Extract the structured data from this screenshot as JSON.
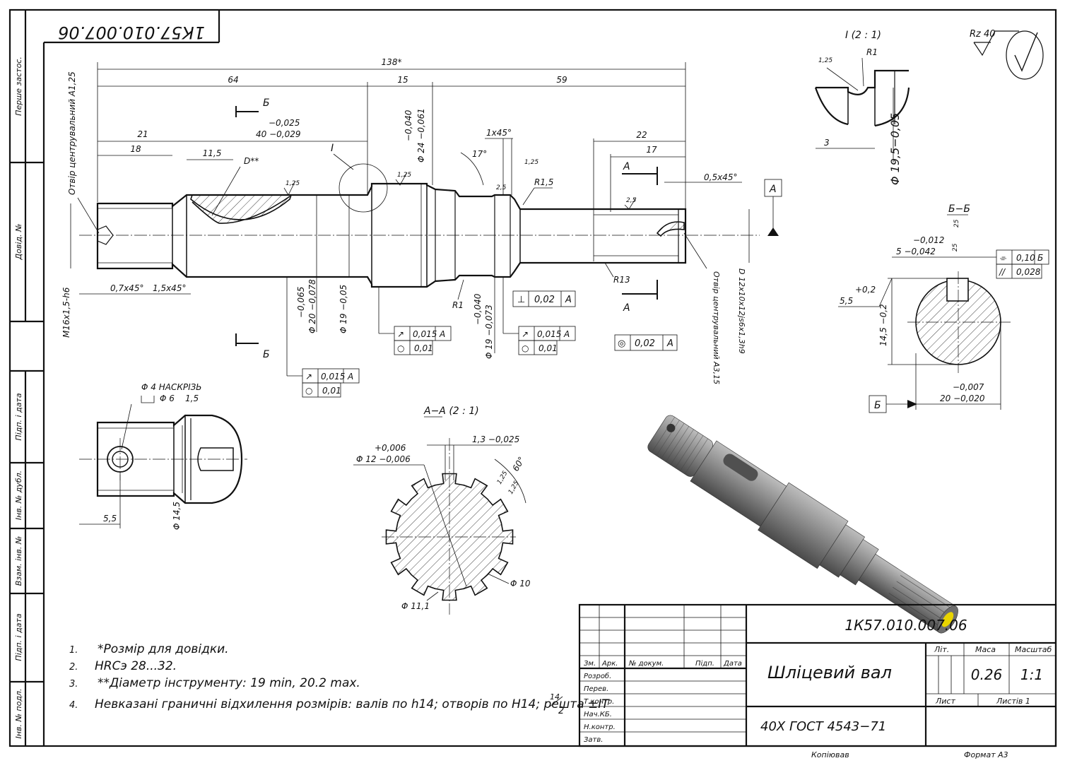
{
  "stamp_code_rotated": "1К57.010.007.06",
  "left_margin": {
    "label_1": "Перше застос.",
    "label_2": "Довід. №",
    "label_3": "Підп. і дата",
    "label_4": "Інв. № дубл.",
    "label_5": "Взам. інв. №",
    "label_6": "Підп. і дата",
    "label_7": "Інв. № подл."
  },
  "surface_finish": "Rz 40",
  "main_view": {
    "dims": {
      "d138": "138*",
      "d64": "64",
      "d15": "15",
      "d59": "59",
      "d21": "21",
      "d18": "18",
      "d11_5": "11,5",
      "d22": "22",
      "d17": "17",
      "tol40_up": "−0,025",
      "tol40_low": "40 −0,029",
      "d24_up": "−0,040",
      "d24_low": "Φ 24 −0,061",
      "chamfer1": "1x45°",
      "angle17": "17°",
      "r15": "R1,5",
      "chamfer05": "0,5x45°",
      "d_star": "D**",
      "ref_I": "I",
      "rough125": "1,25",
      "rough25": "2,5",
      "centre_hole": "Отвір центрувальний А1,25",
      "thread": "M16x1,5-h6",
      "ch07": "0,7x45°",
      "ch15": "1,5x45°",
      "d20_up": "−0,065",
      "d20_low": "Φ 20 −0,078",
      "d19a": "Φ 19 −0,05",
      "d19b_up": "−0,040",
      "d19b_low": "Φ 19 −0,073",
      "r1": "R1",
      "r13": "R13",
      "centre_hole2": "Отвір центрувальний А3,15",
      "spline": "D 12x10x12js6x1,3h9",
      "datum_A": "A",
      "sec_A": "A",
      "sec_B": "Б"
    },
    "tol_frames": [
      {
        "sym": "⊥",
        "val": "0,02",
        "base": "A"
      },
      {
        "sym": "◎",
        "val": "0,02",
        "base": "A"
      },
      {
        "sym": "↗",
        "val": "0,015",
        "base": "A"
      },
      {
        "sym": "○",
        "val": "0,01",
        "base": ""
      }
    ]
  },
  "detail_I": {
    "title": "I (2 : 1)",
    "r1": "R1",
    "rough": "1,25",
    "d3": "3",
    "dia": "Φ 19,5−0,05"
  },
  "section_BB": {
    "title": "Б−Б",
    "rough": "25",
    "up": "−0,012",
    "low": "5 −0,042",
    "t1": "0,10",
    "t1b": "Б",
    "t2": "0,028",
    "k_up": "+0,2",
    "k_low": "5,5",
    "h": "14,5 −0,2",
    "w_up": "−0,007",
    "w_low": "20 −0,020",
    "datum": "Б"
  },
  "side_view": {
    "hole": "Φ 4 НАСКРІЗЬ",
    "cbore": "Φ 6",
    "cbore_depth": "1,5",
    "d55": "5,5",
    "d145": "Φ 14,5"
  },
  "section_AA": {
    "title": "А−А (2 : 1)",
    "up": "+0,006",
    "low": "Φ 12 −0,006",
    "w": "1,3 −0,025",
    "ang": "60°",
    "r1": "1,25",
    "r2": "1,25",
    "d10": "Φ 10",
    "d111": "Φ 11,1"
  },
  "notes": [
    {
      "n": "1.",
      "text": "*Розмір для довідки."
    },
    {
      "n": "2.",
      "text": "HRCэ 28...32."
    },
    {
      "n": "3.",
      "text": "**Діаметр інструменту: 19 min, 20.2 max."
    },
    {
      "n": "4.",
      "text": "Невказані граничні відхилення розмірів: валів по h14; отворів по H14; решта ±IT"
    }
  ],
  "title_block": {
    "code": "1К57.010.007.06",
    "name": "Шліцевий вал",
    "material": "40Х ГОСТ 4543−71",
    "hdr_lit": "Літ.",
    "hdr_mass": "Маса",
    "hdr_scale": "Масштаб",
    "mass": "0.26",
    "scale": "1:1",
    "sheet": "Лист",
    "sheets": "Листів 1",
    "col_zm": "Зм.",
    "col_ark": "Арк.",
    "col_doc": "№ докум.",
    "col_sign": "Підп.",
    "col_date": "Дата",
    "rows": [
      "Розроб.",
      "Перев.",
      "Т.контр.",
      "Нач.КБ.",
      "Н.контр.",
      "Затв."
    ],
    "copied": "Копіював",
    "format": "Формат  А3"
  },
  "colors": {
    "line": "#111111",
    "model_body": "#7a7a7a",
    "model_tip": "#e8d400"
  }
}
